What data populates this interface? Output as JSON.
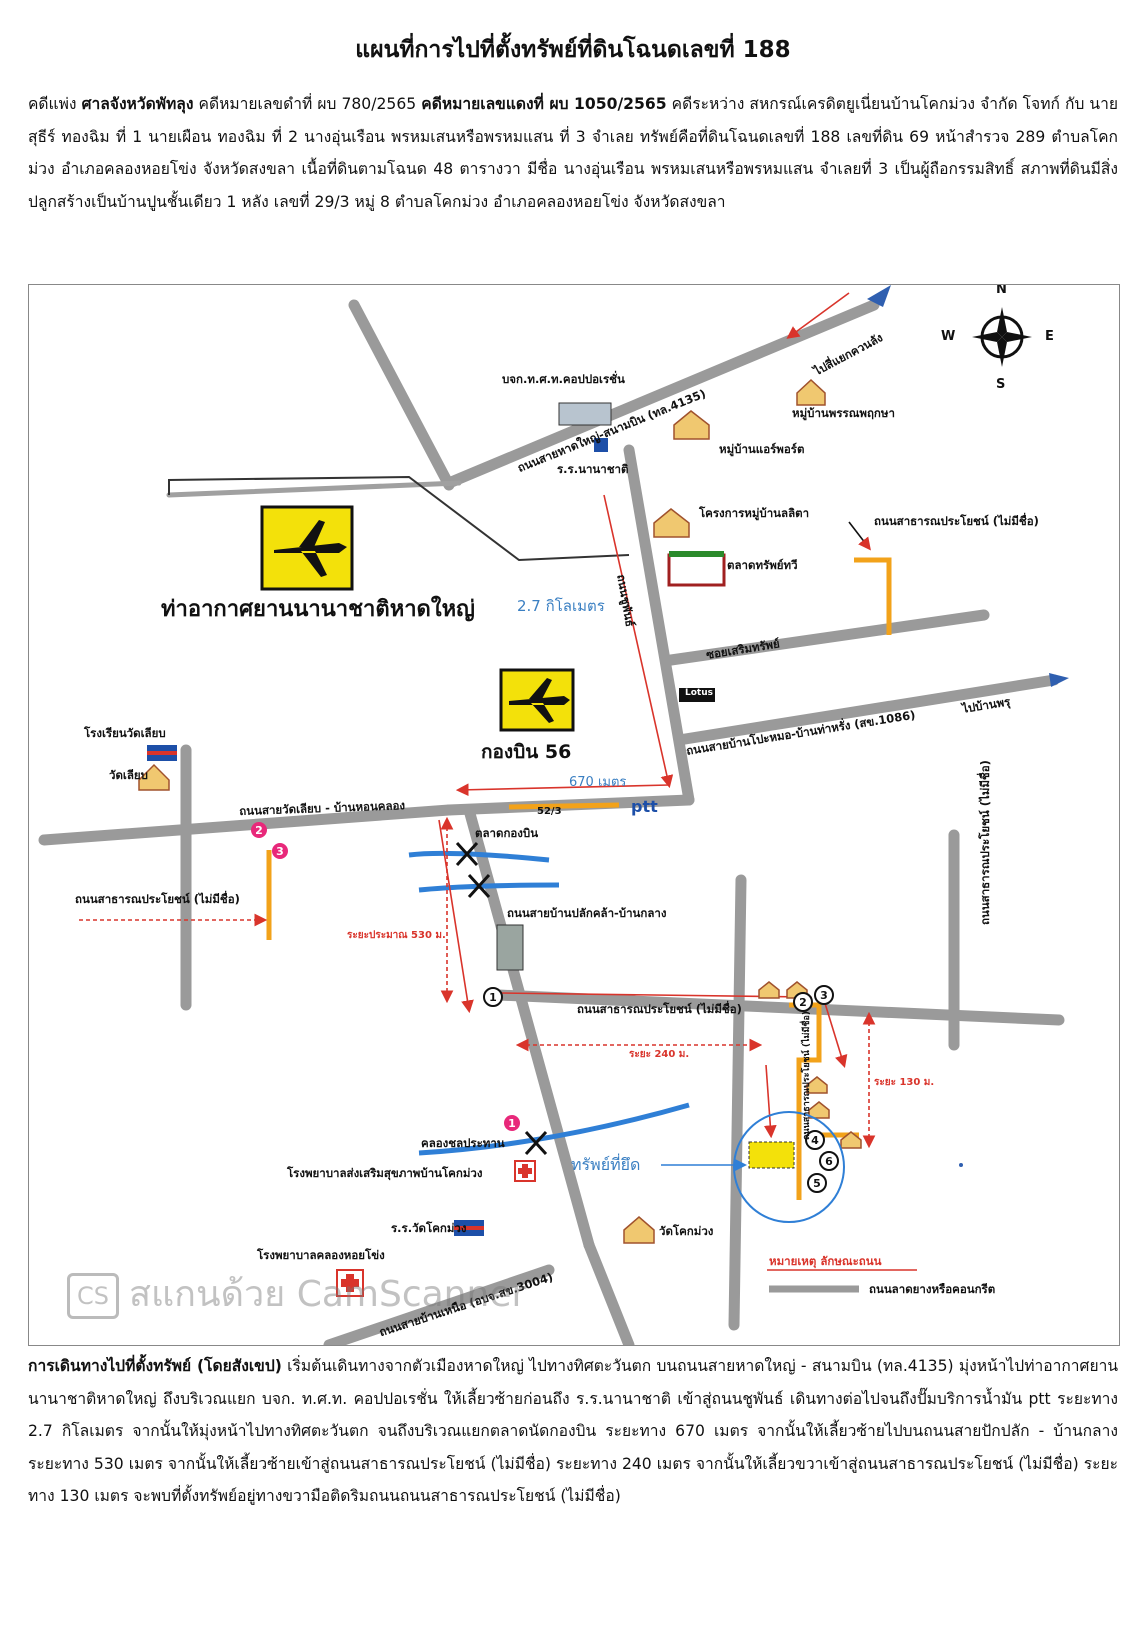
{
  "document": {
    "title": "แผนที่การไปที่ตั้งทรัพย์ที่ดินโฉนดเลขที่ 188",
    "intro": {
      "p1": "คดีแพ่ง ",
      "court": "ศาลจังหวัดพัทลุง",
      "p2": " คดีหมายเลขดำที่ ผบ 780/2565 ",
      "red_case": "คดีหมายเลขแดงที่ ผบ 1050/2565",
      "p3": " คดีระหว่าง สหกรณ์เครดิตยูเนี่ยนบ้านโคกม่วง จำกัด โจทก์ กับ นายสุธีร์ ทองฉิม ที่ 1 นายเผือน ทองฉิม ที่ 2 นางอุ่นเรือน พรหมเสนหรือพรหมแสน ที่ 3 จำเลย ทรัพย์คือที่ดินโฉนดเลขที่ 188 เลขที่ดิน 69 หน้าสำรวจ 289 ตำบลโคกม่วง อำเภอคลองหอยโข่ง จังหวัดสงขลา เนื้อที่ดินตามโฉนด 48 ตารางวา มีชื่อ นางอุ่นเรือน พรหมเสนหรือพรหมแสน จำเลยที่ 3 เป็นผู้ถือกรรมสิทธิ์ สภาพที่ดินมีสิ่งปลูกสร้างเป็นบ้านปูนชั้นเดียว 1 หลัง เลขที่ 29/3 หมู่ 8 ตำบลโคกม่วง อำเภอคลองหอยโข่ง จังหวัดสงขลา"
    },
    "directions": {
      "heading": "การเดินทางไปที่ตั้งทรัพย์ (โดยสังเขป)",
      "text": " เริ่มต้นเดินทางจากตัวเมืองหาดใหญ่ ไปทางทิศตะวันตก บนถนนสายหาดใหญ่ - สนามบิน (ทล.4135) มุ่งหน้าไปท่าอากาศยานนานาชาติหาดใหญ่ ถึงบริเวณแยก บจก. ท.ศ.ท. คอปปอเรชั่น ให้เลี้ยวซ้ายก่อนถึง ร.ร.นานาชาติ เข้าสู่ถนนชูพันธ์ เดินทางต่อไปจนถึงปั๊มบริการน้ำมัน ptt ระยะทาง 2.7 กิโลเมตร จากนั้นให้มุ่งหน้าไปทางทิศตะวันตก จนถึงบริเวณแยกตลาดนัดกองบิน ระยะทาง 670 เมตร จากนั้นให้เลี้ยวซ้ายไปบนถนนสายปักปลัก - บ้านกลาง ระยะทาง 530 เมตร จากนั้นให้เลี้ยวซ้ายเข้าสู่ถนนสาธารณประโยชน์ (ไม่มีชื่อ) ระยะทาง 240 เมตร จากนั้นให้เลี้ยวขวาเข้าสู่ถนนสาธารณประโยชน์ (ไม่มีชื่อ) ระยะทาง 130 เมตร จะพบที่ตั้งทรัพย์อยู่ทางขวามือติดริมถนนถนนสาธารณประโยชน์ (ไม่มีชื่อ)"
    }
  },
  "map": {
    "compass": {
      "n": "N",
      "s": "S",
      "e": "E",
      "w": "W"
    },
    "labels": {
      "to_intersection": "ไปสี่แยกควนลัง",
      "corp": "บจก.ท.ศ.ท.คอปปอเรชั่น",
      "hwy4135": "ถนนสายหาดใหญ่-สนามบิน (ทล.4135)",
      "intl_school": "ร.ร.นานาชาติ",
      "village_pannapruksa": "หมู่บ้านพรรณพฤกษา",
      "village_airport": "หมู่บ้านแอร์พอร์ต",
      "village_lalita": "โครงการหมู่บ้านลลิตา",
      "chupan_road": "ถนนชูพันธ์",
      "public_road_top": "ถนนสาธารณประโยชน์ (ไม่มีชื่อ)",
      "market_sapthawi": "ตลาดทรัพย์ทวี",
      "airport": "ท่าอากาศยานนานาชาติหาดใหญ่",
      "dist_27": "2.7 กิโลเมตร",
      "soi_soemsap": "ซอยเสริมทรัพย์",
      "lotus": "Lotus",
      "to_banphru": "ไปบ้านพรุ",
      "road_1086": "ถนนสายบ้านโปะหมอ-บ้านท่าหรั่ง (สข.1086)",
      "wing56": "กองบิน 56",
      "school_watliap": "โรงเรียนวัดเลียบ",
      "wat_liap": "วัดเลียบ",
      "dist_670": "670 เมตร",
      "road_watliap": "ถนนสายวัดเลียบ - บ้านหอนคลอง",
      "house_523": "52/3",
      "ptt": "ptt",
      "market_kongbin": "ตลาดกองบิน",
      "road_paklak": "ถนนสายบ้านปลักคล้า-บ้านกลาง",
      "dist_530": "ระยะประมาณ 530 ม.",
      "public_road_left": "ถนนสาธารณประโยชน์ (ไม่มีชื่อ)",
      "public_road_mid": "ถนนสาธารณประโยชน์ (ไม่มีชื่อ)",
      "dist_240": "ระยะ 240 ม.",
      "dist_130": "ระยะ 130 ม.",
      "public_road_right": "ถนนสาธารณประโยชน์ (ไม่มีชื่อ)",
      "public_road_small": "ถนนสาธารณประโยชน์ (ไม่มีชื่อ)",
      "canal": "คลองชลประทาน",
      "seized": "ทรัพย์ที่ยึด",
      "hospital_kokmuang": "โรงพยาบาลส่งเสริมสุขภาพบ้านโคกม่วง",
      "school_kokmuang": "ร.ร.วัดโคกม่วง",
      "wat_kokmuang": "วัดโคกม่วง",
      "hospital_khlong": "โรงพยาบาลคลองหอยโข่ง",
      "road_3004": "ถนนสายบ้านเหนือ (อบจ.สข.3004)",
      "legend_title": "หมายเหตุ ลักษณะถนน",
      "legend_road": "ถนนลาดยางหรือคอนกรีต"
    },
    "markers": [
      "1",
      "2",
      "3",
      "1",
      "2",
      "3",
      "4",
      "5",
      "6"
    ],
    "watermark": {
      "logo": "CS",
      "text": "สแกนด้วย CamScanner"
    },
    "colors": {
      "road": "#9a9a9a",
      "route": "#d9342b",
      "canal": "#2f7fd6",
      "yellow": "#f3e10a",
      "orange": "#f2a21a",
      "pink": "#e8287a"
    }
  }
}
